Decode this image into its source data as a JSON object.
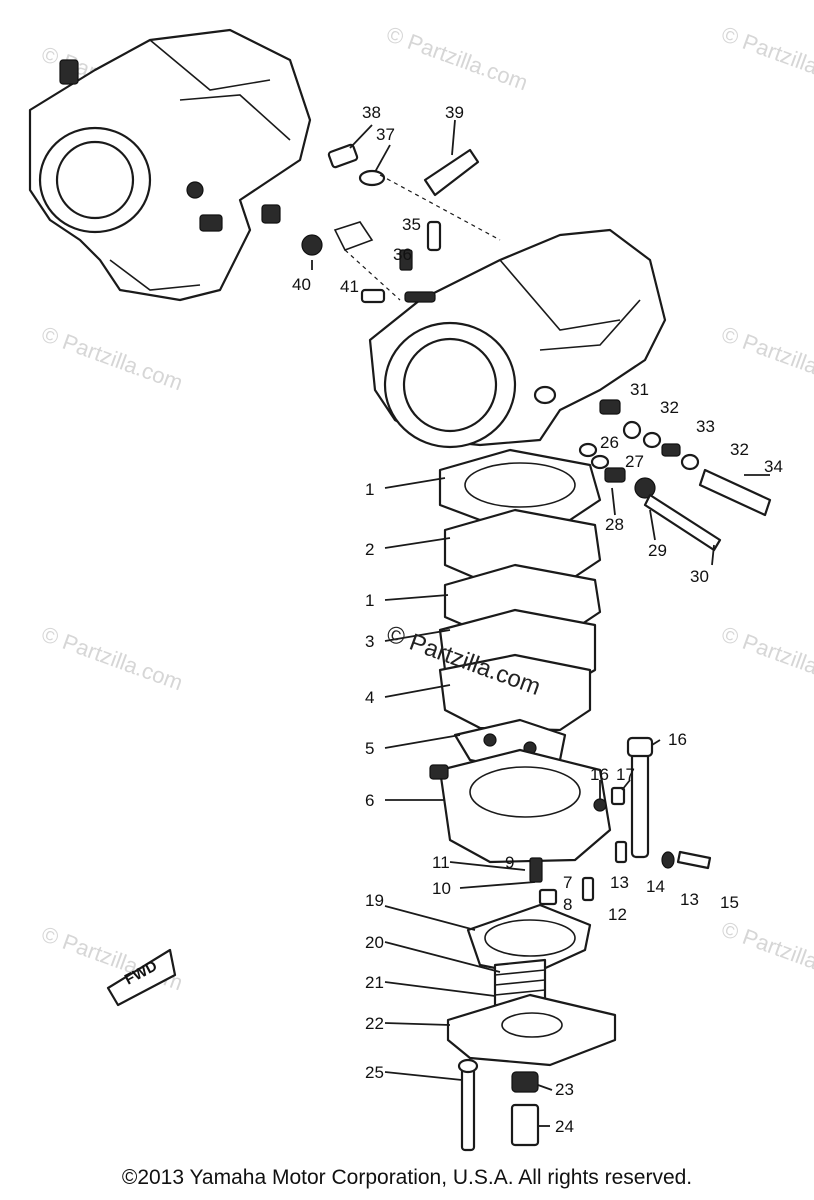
{
  "watermark": "© Partzilla.com",
  "center_watermark": "© Partzilla.com",
  "fwd_label": "FWD",
  "copyright": "©2013 Yamaha Motor Corporation, U.S.A. All rights reserved.",
  "callouts": [
    "1",
    "2",
    "1",
    "3",
    "4",
    "5",
    "6",
    "7",
    "8",
    "9",
    "10",
    "11",
    "12",
    "13",
    "13",
    "14",
    "15",
    "16",
    "16",
    "17",
    "19",
    "20",
    "21",
    "22",
    "23",
    "24",
    "25",
    "26",
    "27",
    "28",
    "29",
    "30",
    "31",
    "32",
    "32",
    "33",
    "34",
    "35",
    "36",
    "37",
    "38",
    "39",
    "40",
    "41"
  ]
}
